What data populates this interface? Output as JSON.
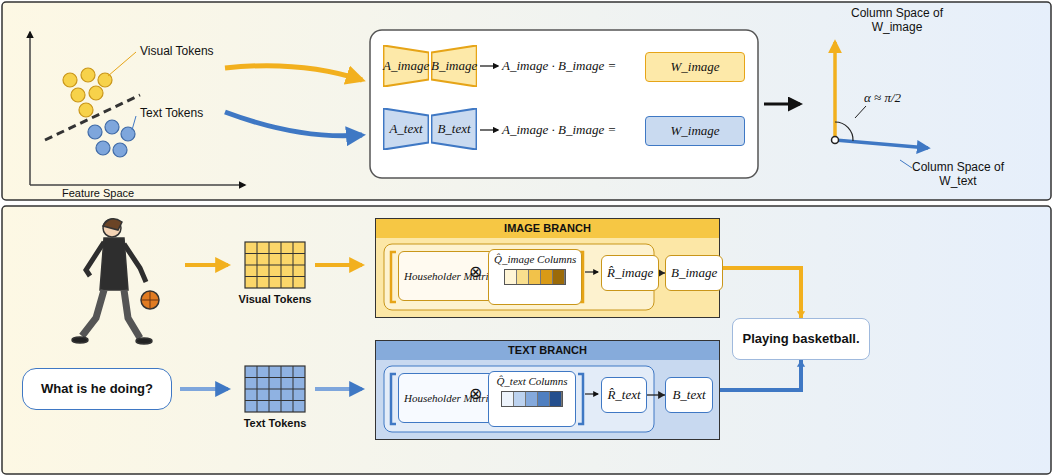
{
  "diagram": {
    "nodes": [
      {
        "text": [
          "A_image"
        ]
      },
      {
        "text": [
          "B_image"
        ]
      },
      {
        "text": [
          "W_image"
        ]
      },
      {
        "text": [
          "A_text"
        ]
      },
      {
        "text": [
          "B_text"
        ]
      },
      {
        "text": [
          "W_image"
        ]
      },
      {
        "text": [
          "IMAGE BRANCH"
        ]
      },
      {
        "text": [
          "Householder Matrix"
        ],
        "in": 6
      },
      {
        "text": [
          "Q̂_image Columns"
        ],
        "in": 6
      },
      {
        "text": [
          "R̂_image"
        ],
        "in": 6
      },
      {
        "text": [
          "B_image"
        ],
        "in": 6
      },
      {
        "text": [
          "TEXT BRANCH"
        ]
      },
      {
        "text": [
          "Householder Matrix"
        ],
        "in": 11
      },
      {
        "text": [
          "Q̂_text Columns"
        ],
        "in": 11
      },
      {
        "text": [
          "R̂_text"
        ],
        "in": 11
      },
      {
        "text": [
          "B_text"
        ],
        "in": 11
      },
      {
        "text": [
          "Playing basketball."
        ]
      },
      {
        "text": [
          "What is he doing?"
        ]
      }
    ],
    "edges": [
      {
        "from": 9,
        "to": 10,
        "arrow": "to"
      },
      {
        "from": 14,
        "to": 15,
        "arrow": "to"
      },
      {
        "from": 6,
        "to": 16,
        "arrow": "to"
      },
      {
        "from": 11,
        "to": 16,
        "arrow": "to"
      }
    ],
    "labels": [
      "Visual Tokens",
      "Text Tokens",
      "Feature Space",
      "A_image · B_image =",
      "A_image · B_image =",
      "Column Space of W_image",
      "α ≈ π/2",
      "Column Space of W_text",
      "Visual Tokens",
      "Text Tokens",
      "⊗",
      "⊗"
    ]
  }
}
